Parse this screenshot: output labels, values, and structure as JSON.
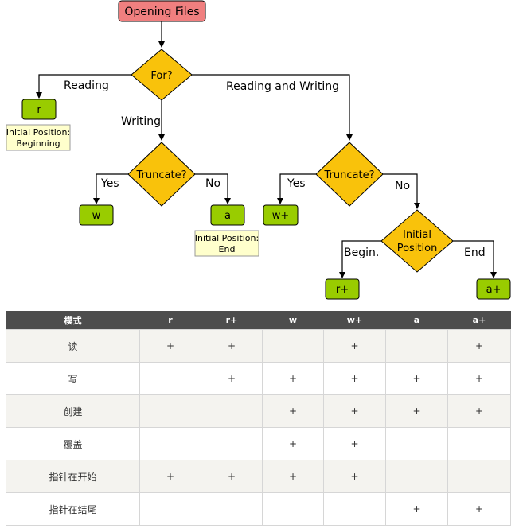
{
  "flowchart": {
    "start": "Opening Files",
    "decision_for": "For?",
    "edge_reading": "Reading",
    "edge_writing": "Writing",
    "edge_reading_writing": "Reading and Writing",
    "node_r": "r",
    "note_r_line1": "Initial Position:",
    "note_r_line2": "Beginning",
    "decision_truncate_w": "Truncate?",
    "edge_yes_w": "Yes",
    "edge_no_w": "No",
    "node_w": "w",
    "node_a": "a",
    "note_a_line1": "Initial Position:",
    "note_a_line2": "End",
    "decision_truncate_rw": "Truncate?",
    "edge_yes_rw": "Yes",
    "edge_no_rw": "No",
    "node_wplus": "w+",
    "decision_initial_line1": "Initial",
    "decision_initial_line2": "Position",
    "edge_begin": "Begin.",
    "edge_end": "End",
    "node_rplus": "r+",
    "node_aplus": "a+"
  },
  "table": {
    "headers": [
      "模式",
      "r",
      "r+",
      "w",
      "w+",
      "a",
      "a+"
    ],
    "rows": [
      {
        "label": "读",
        "cells": [
          "+",
          "+",
          "",
          "+",
          "",
          "+"
        ]
      },
      {
        "label": "写",
        "cells": [
          "",
          "+",
          "+",
          "+",
          "+",
          "+"
        ]
      },
      {
        "label": "创建",
        "cells": [
          "",
          "",
          "+",
          "+",
          "+",
          "+"
        ]
      },
      {
        "label": "覆盖",
        "cells": [
          "",
          "",
          "+",
          "+",
          "",
          ""
        ]
      },
      {
        "label": "指针在开始",
        "cells": [
          "+",
          "+",
          "+",
          "+",
          "",
          ""
        ]
      },
      {
        "label": "指针在结尾",
        "cells": [
          "",
          "",
          "",
          "",
          "+",
          "+"
        ]
      }
    ]
  },
  "colors": {
    "start_fill": "#f07f7f",
    "decision_fill": "#f9c20b",
    "mode_fill": "#99cc00",
    "note_fill": "#ffffcc",
    "header_bg": "#4d4d4d"
  }
}
